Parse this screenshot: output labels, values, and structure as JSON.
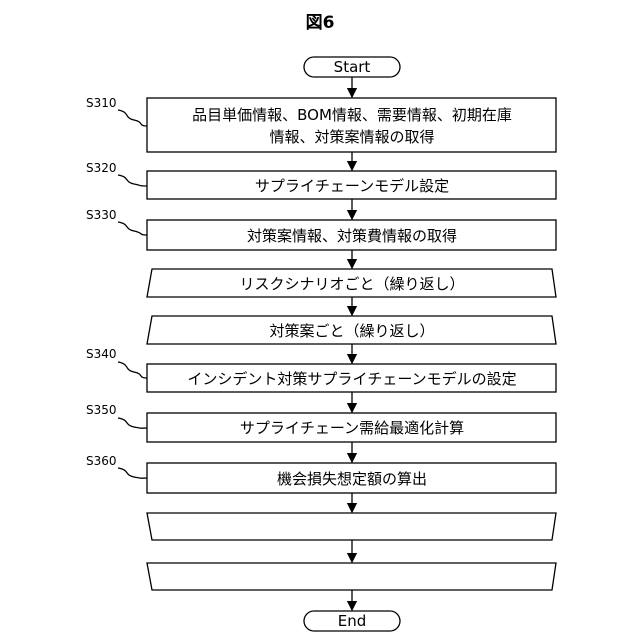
{
  "title": "図6",
  "start_label": "Start",
  "end_label": "End",
  "steps": {
    "s310": {
      "id": "S310",
      "line1": "品目単価情報、BOM情報、需要情報、初期在庫",
      "line2": "情報、対策案情報の取得"
    },
    "s320": {
      "id": "S320",
      "text": "サプライチェーンモデル設定"
    },
    "s330": {
      "id": "S330",
      "text": "対策案情報、対策費情報の取得"
    },
    "loop1": {
      "text": "リスクシナリオごと（繰り返し）"
    },
    "loop2": {
      "text": "対策案ごと（繰り返し）"
    },
    "s340": {
      "id": "S340",
      "text": "インシデント対策サプライチェーンモデルの設定"
    },
    "s350": {
      "id": "S350",
      "text": "サプライチェーン需給最適化計算"
    },
    "s360": {
      "id": "S360",
      "text": "機会損失想定額の算出"
    }
  }
}
